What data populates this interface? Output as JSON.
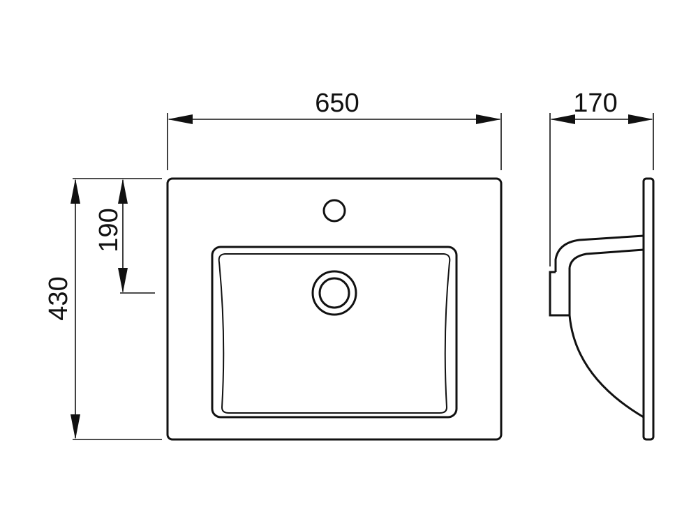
{
  "dimensions": {
    "width": "650",
    "depth_side": "170",
    "length": "430",
    "tap_hole_offset": "190"
  },
  "colors": {
    "line": "#111111",
    "background": "#ffffff"
  }
}
